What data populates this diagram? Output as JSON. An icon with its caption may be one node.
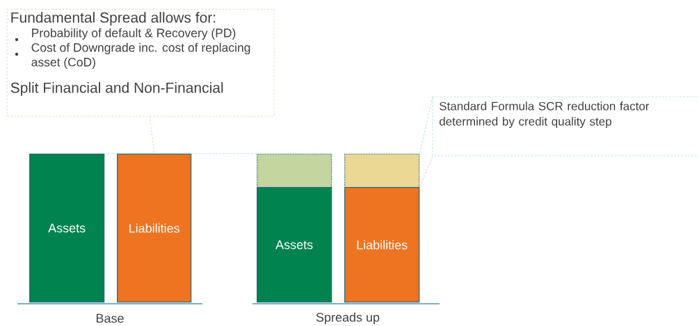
{
  "diagram": {
    "nodes": [
      {
        "text": [
          "Fundamental Spread allows for:",
          "Probability of default & Recovery (PD)",
          "Cost of Downgrade inc. cost of replacing asset (CoD)",
          "Split Financial and Non-Financial"
        ]
      },
      {
        "text": [
          "Assets"
        ]
      },
      {
        "text": [
          "Liabilities"
        ]
      },
      {
        "text": [],
        "shape": "box"
      },
      {
        "text": [
          "Assets"
        ]
      },
      {
        "text": [],
        "shape": "box"
      },
      {
        "text": [
          "Liabilities"
        ]
      },
      {
        "text": [
          "Standard Formula SCR reduction factor determined by credit quality step"
        ]
      }
    ],
    "edges": [
      {
        "from": 0,
        "to": 2,
        "arrow": "none",
        "style": "dashed",
        "color": "#9bbb59"
      },
      {
        "from": 1,
        "to": 3,
        "arrow": "none",
        "style": "dashed",
        "color": "#4bacc6"
      },
      {
        "from": 7,
        "to": 5,
        "arrow": "none",
        "style": "dashed",
        "color": "#4bacc6"
      },
      {
        "from": 7,
        "to": 5,
        "arrow": "none",
        "style": "dashed",
        "color": "#4bacc6"
      }
    ],
    "labels": [
      "Base",
      "Spreads up"
    ]
  }
}
